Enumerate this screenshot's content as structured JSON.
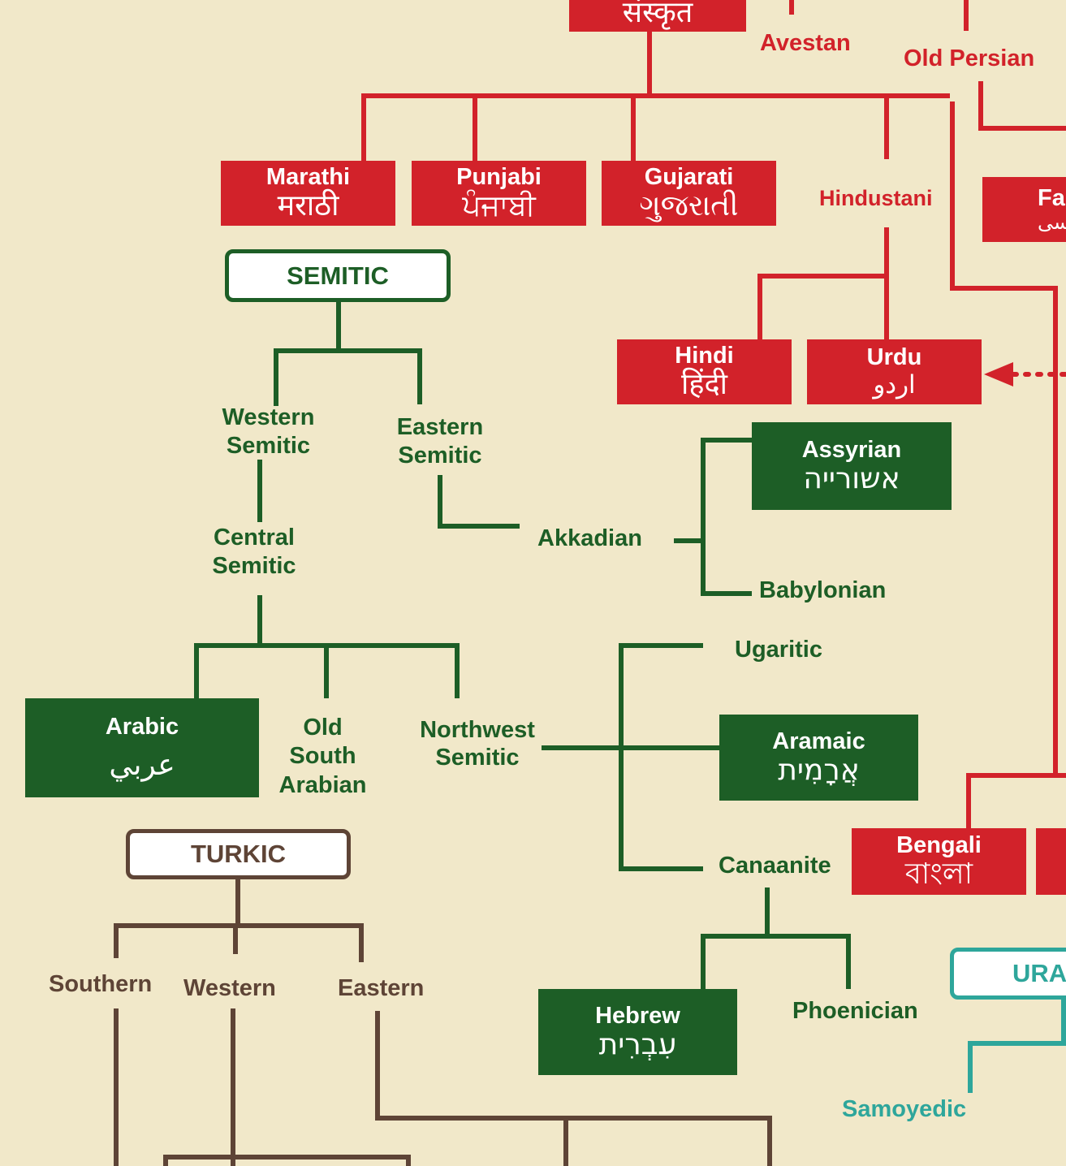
{
  "colors": {
    "background": "#f1e8c9",
    "indo_iranian": "#d2222a",
    "semitic": "#1d5e26",
    "turkic": "#5e4436",
    "uralic": "#2ea69b"
  },
  "indo_iranian": {
    "sanskrit": "संस्कृत",
    "avestan": "Avestan",
    "old_persian": "Old Persian",
    "hindustani": "Hindustani",
    "marathi": {
      "name": "Marathi",
      "native": "मराठी"
    },
    "punjabi": {
      "name": "Punjabi",
      "native": "ਪੰਜਾਬੀ"
    },
    "gujarati": {
      "name": "Gujarati",
      "native": "ગુજરાતી"
    },
    "farsi": {
      "name": "Fa",
      "native": "سی"
    },
    "hindi": {
      "name": "Hindi",
      "native": "हिंदी"
    },
    "urdu": {
      "name": "Urdu",
      "native": "اردو"
    },
    "bengali": {
      "name": "Bengali",
      "native": "বাংলা"
    }
  },
  "semitic": {
    "heading": "SEMITIC",
    "western": [
      "Western",
      "Semitic"
    ],
    "eastern": [
      "Eastern",
      "Semitic"
    ],
    "central": [
      "Central",
      "Semitic"
    ],
    "akkadian": "Akkadian",
    "assyrian": {
      "name": "Assyrian",
      "native": "אשורייה"
    },
    "babylonian": "Babylonian",
    "arabic": {
      "name": "Arabic",
      "native": "عربي"
    },
    "old_south_arabian": [
      "Old",
      "South",
      "Arabian"
    ],
    "northwest": [
      "Northwest",
      "Semitic"
    ],
    "ugaritic": "Ugaritic",
    "aramaic": {
      "name": "Aramaic",
      "native": "אֲרָמִית"
    },
    "canaanite": "Canaanite",
    "hebrew": {
      "name": "Hebrew",
      "native": "עִבְרִית"
    },
    "phoenician": "Phoenician"
  },
  "turkic": {
    "heading": "TURKIC",
    "southern": "Southern",
    "western": "Western",
    "eastern": "Eastern"
  },
  "uralic": {
    "heading": "URA",
    "samoyedic": "Samoyedic"
  }
}
